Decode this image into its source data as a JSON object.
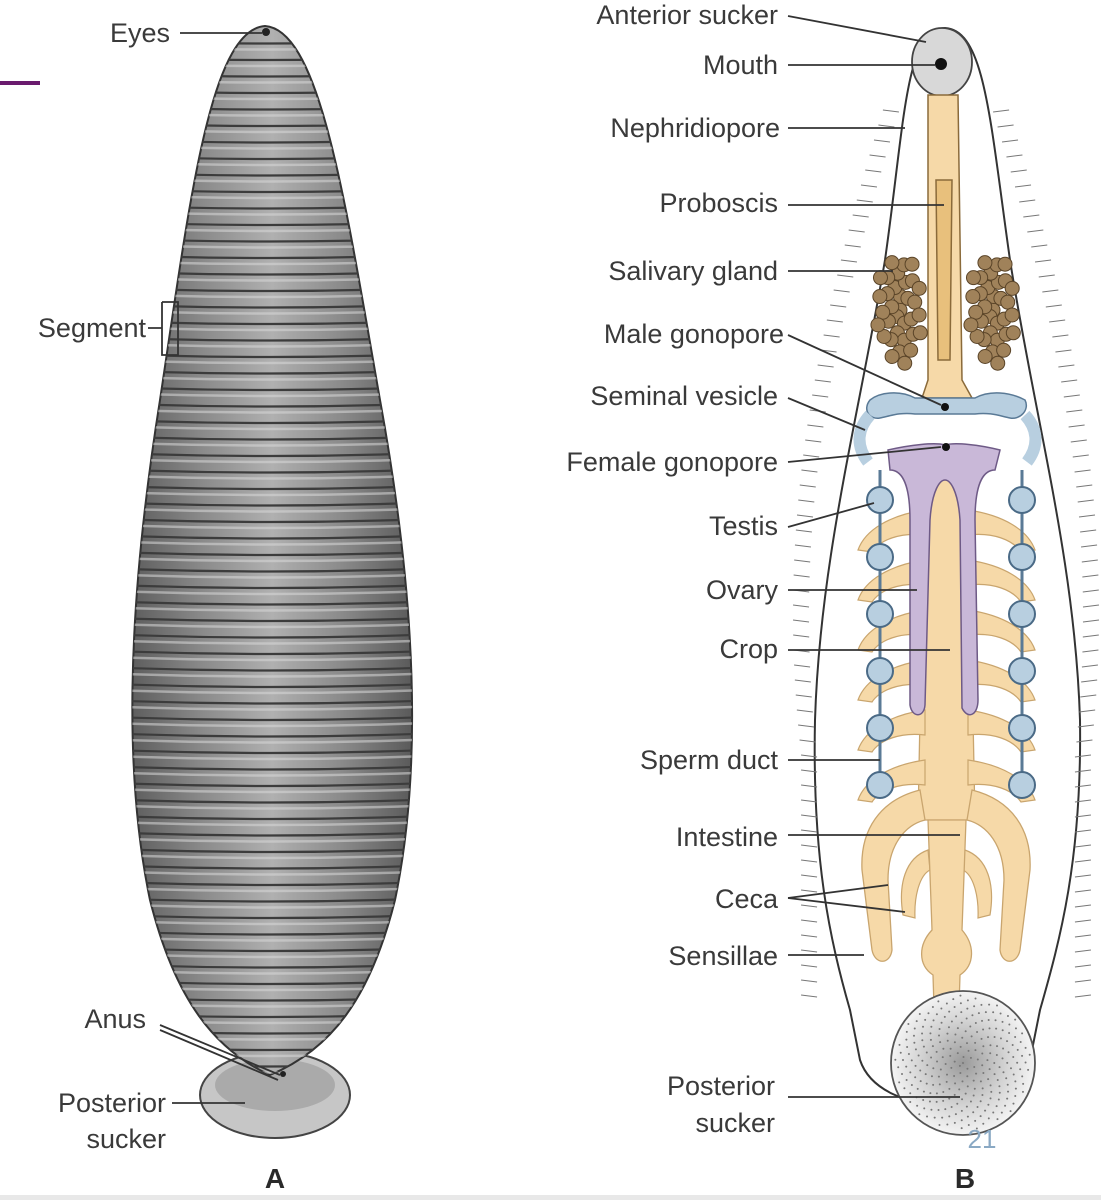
{
  "panel_a": {
    "letter": "A",
    "labels": {
      "eyes": "Eyes",
      "segment": "Segment",
      "anus": "Anus",
      "posterior_sucker_1": "Posterior",
      "posterior_sucker_2": "sucker"
    }
  },
  "panel_b": {
    "letter": "B",
    "labels": {
      "anterior_sucker": "Anterior sucker",
      "mouth": "Mouth",
      "nephridiopore": "Nephridiopore",
      "proboscis": "Proboscis",
      "salivary_gland": "Salivary gland",
      "male_gonopore": "Male gonopore",
      "seminal_vesicle": "Seminal vesicle",
      "female_gonopore": "Female gonopore",
      "testis": "Testis",
      "ovary": "Ovary",
      "crop": "Crop",
      "sperm_duct": "Sperm duct",
      "intestine": "Intestine",
      "ceca": "Ceca",
      "sensillae": "Sensillae",
      "posterior_sucker_1": "Posterior",
      "posterior_sucker_2": "sucker"
    },
    "page_number": "21"
  },
  "colors": {
    "body_gray": "#8c8c8c",
    "gut": "#f6d9a8",
    "reproductive_blue": "#b8cfe0",
    "ovary_purple": "#c9b8d8",
    "gland_brown": "#a0825a",
    "accent_bar": "#6a1b6e"
  }
}
